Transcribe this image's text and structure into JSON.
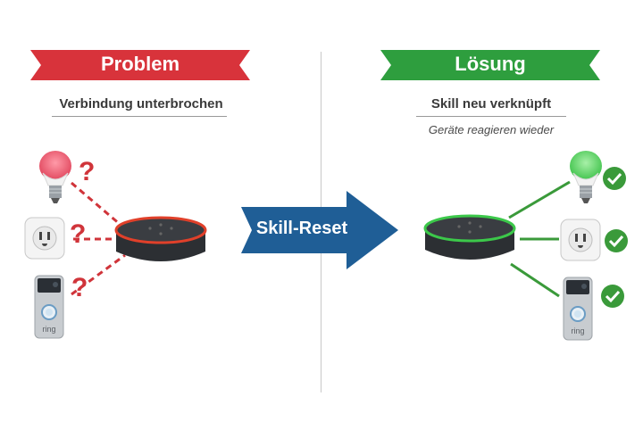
{
  "problem": {
    "title": "Problem",
    "subtitle": "Verbindung unterbrochen",
    "colors": {
      "banner": "#d8333b",
      "link": "#d0343a",
      "ring": "#e0402a"
    },
    "link_state": "broken",
    "markers": [
      "?",
      "?",
      "?"
    ]
  },
  "solution": {
    "title": "Lösung",
    "subtitle": "Skill neu verknüpft",
    "note": "Geräte reagieren wieder",
    "colors": {
      "banner": "#2e9e3e",
      "link": "#3a9a3a",
      "ring": "#3cc84a"
    },
    "link_state": "connected",
    "markers": [
      "check-icon",
      "check-icon",
      "check-icon"
    ]
  },
  "arrow": {
    "label": "Skill-Reset",
    "color": "#1f5e96"
  },
  "devices": [
    {
      "name": "smart-bulb"
    },
    {
      "name": "smart-plug"
    },
    {
      "name": "ring-doorbell",
      "brand": "ring"
    }
  ],
  "hub": {
    "name": "echo-dot-speaker"
  }
}
